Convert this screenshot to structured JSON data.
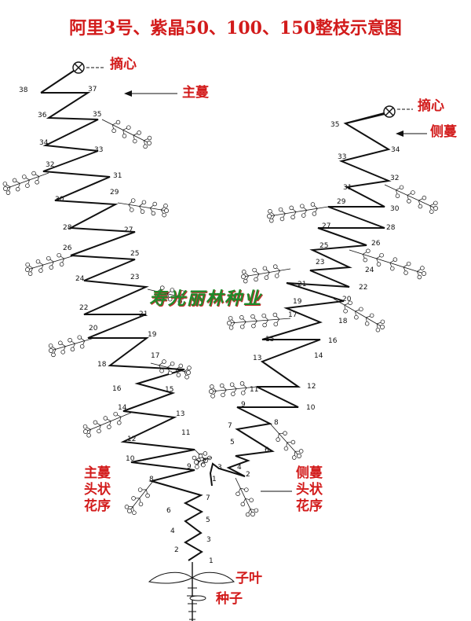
{
  "title": "阿里3号、紫晶50、100、150整枝示意图",
  "labels": {
    "pinch_main": "摘心",
    "pinch_side": "摘心",
    "main_vine": "主蔓",
    "side_vine": "侧蔓",
    "main_inflorescence": [
      "主蔓",
      "头状",
      "花序"
    ],
    "side_inflorescence": [
      "侧蔓",
      "头状",
      "花序"
    ],
    "cotyledon": "子叶",
    "seed": "种子",
    "watermark": "寿光丽林种业"
  },
  "main_vine_nodes": [
    "1",
    "2",
    "3",
    "4",
    "5",
    "6",
    "7",
    "8",
    "9",
    "10",
    "11",
    "12",
    "13",
    "14",
    "15",
    "16",
    "17",
    "18",
    "19",
    "20",
    "21",
    "22",
    "23",
    "24",
    "25",
    "26",
    "27",
    "28",
    "29",
    "30",
    "31",
    "32",
    "33",
    "34",
    "35",
    "36",
    "37",
    "38"
  ],
  "side_vine_nodes": [
    "1",
    "2",
    "3",
    "4",
    "5",
    "6",
    "7",
    "8",
    "9",
    "10",
    "11",
    "12",
    "13",
    "14",
    "15",
    "16",
    "17",
    "18",
    "19",
    "20",
    "21",
    "22",
    "23",
    "24",
    "25",
    "26",
    "27",
    "28",
    "29",
    "30",
    "31",
    "32",
    "33",
    "34",
    "35"
  ],
  "colors": {
    "text_red": "#d21b1b",
    "line": "#111111",
    "watermark_green": "#1f8a2a"
  }
}
